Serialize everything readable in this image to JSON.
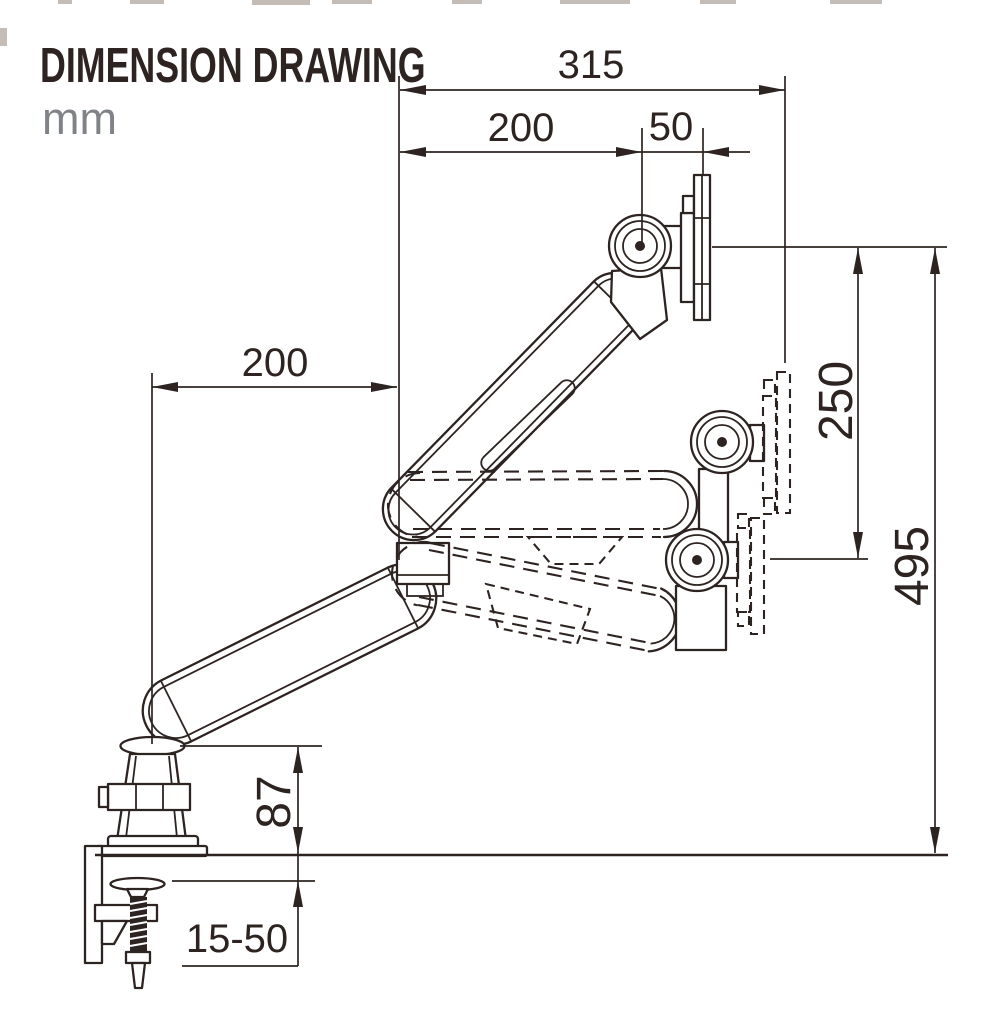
{
  "title": "DIMENSION DRAWING",
  "unit_label": "mm",
  "colors": {
    "ink": "#2d2421",
    "unit_text": "#7f8287",
    "background": "#ffffff"
  },
  "dimensions": {
    "total_reach": {
      "label": "315"
    },
    "upper_arm": {
      "label": "200"
    },
    "head_offset": {
      "label": "50"
    },
    "front_arm": {
      "label": "200"
    },
    "lift_range": {
      "label": "250"
    },
    "max_height": {
      "label": "495"
    },
    "base_height": {
      "label": "87"
    },
    "clamp_range": {
      "label": "15-50"
    }
  }
}
